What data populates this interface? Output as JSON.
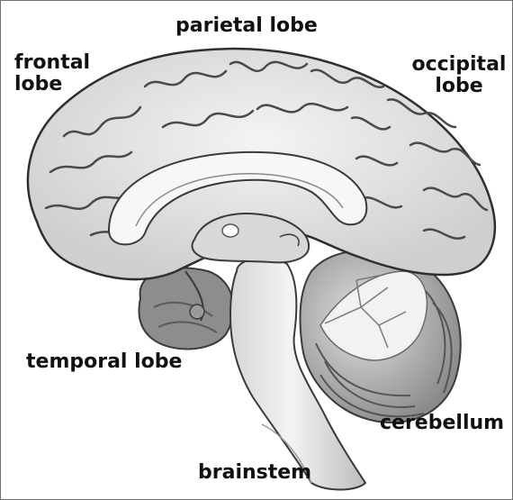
{
  "labels": {
    "parietal": "parietal lobe",
    "frontal_line1": "frontal",
    "frontal_line2": "lobe",
    "occipital_line1": "occipital",
    "occipital_line2": "lobe",
    "temporal": "temporal lobe",
    "cerebellum": "cerebellum",
    "brainstem": "brainstem"
  },
  "colors": {
    "text": "#111111",
    "cortex_fill": "#e9e9e9",
    "gyri_stroke": "#4a4a4a",
    "shade": "#b5b5b5",
    "cerebellum_fill": "#cfcfcf",
    "temporal_fill": "#8d8d8d",
    "frame": "#6f6f6f"
  }
}
